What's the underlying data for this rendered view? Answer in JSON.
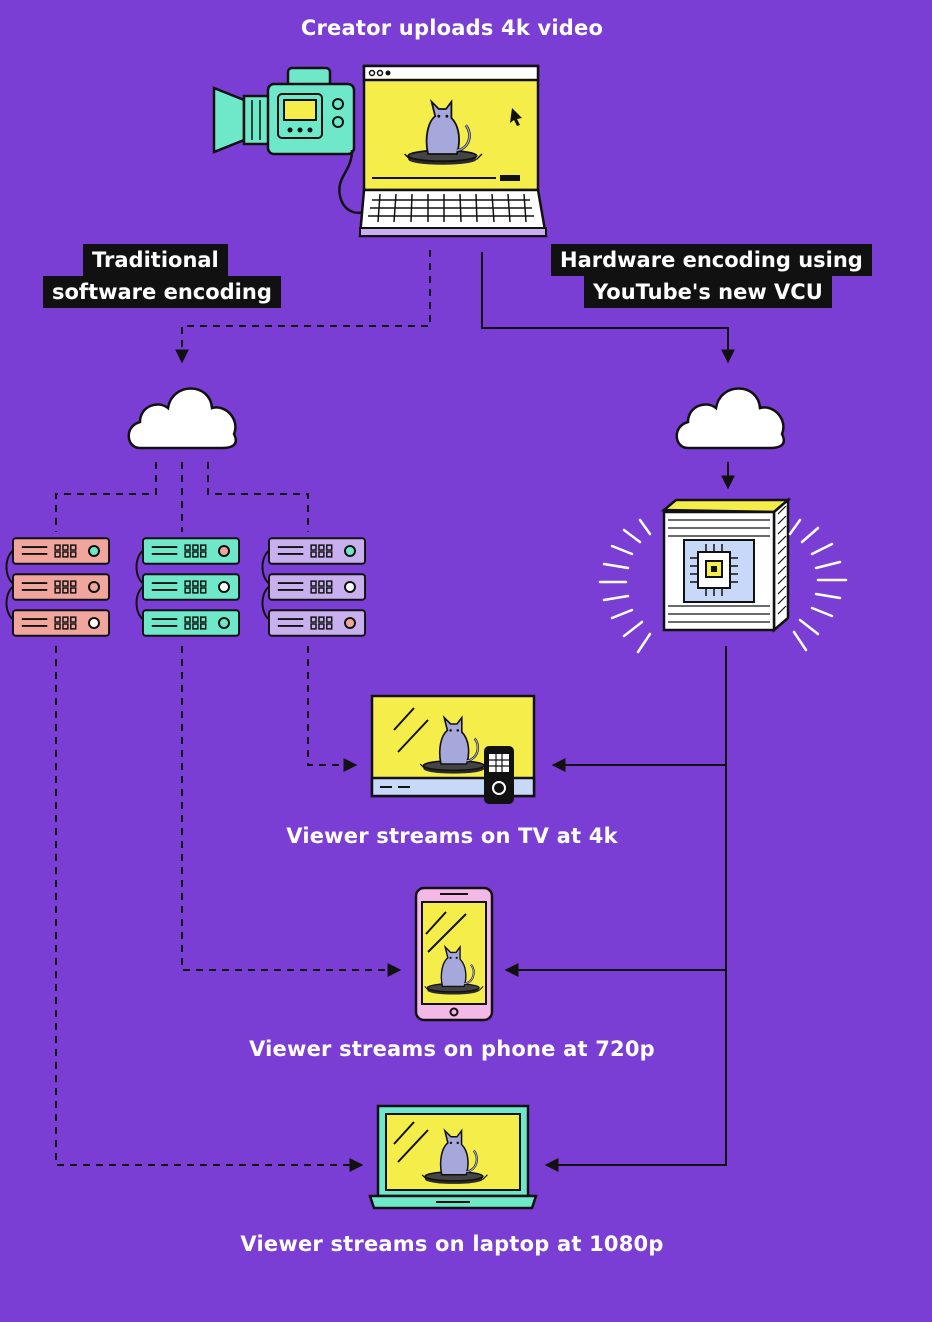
{
  "title": "Creator uploads 4k video",
  "labels": {
    "traditional": [
      "Traditional",
      "software encoding"
    ],
    "hardware": [
      "Hardware encoding using",
      "YouTube's new VCU"
    ]
  },
  "viewers": {
    "tv": "Viewer streams on TV at 4k",
    "phone": "Viewer streams on phone at 720p",
    "laptop": "Viewer streams on laptop at 1080p"
  },
  "colors": {
    "background": "#7b3ed4",
    "screen_yellow": "#f5ee4a",
    "server_pink": "#f0a69d",
    "server_teal": "#6ee8c8",
    "server_lavender": "#c8b0ee",
    "camera_teal": "#6ee8c8",
    "line": "#111111"
  },
  "icons": {
    "camera": "video-camera-icon",
    "laptop": "laptop-icon",
    "cloud": "cloud-icon",
    "server": "server-rack-icon",
    "chip": "vcu-chip-icon",
    "tv": "tv-icon",
    "phone": "phone-icon",
    "cat": "cat-on-turntable-icon"
  }
}
